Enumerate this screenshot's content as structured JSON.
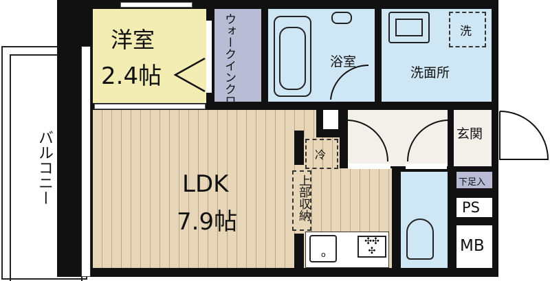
{
  "rooms": {
    "western_room": {
      "name": "洋室",
      "size": "2.4帖"
    },
    "walk_in_closet": "ウォークインクローゼット",
    "bathroom": "浴室",
    "washroom": "洗面所",
    "washer": "洗",
    "balcony": "バルコニー",
    "ldk": {
      "name": "LDK",
      "size": "7.9帖"
    },
    "fridge": "冷",
    "upper_storage": "上部収納",
    "entrance": "玄関",
    "shoe_cabinet": "下足入",
    "ps": "PS",
    "mb": "MB",
    "sink_mark": "o"
  },
  "colors": {
    "western_room": "#f3edb4",
    "closet": "#b8bdd5",
    "wet_area": "#cfe6f5",
    "floor_wood": "#e8d6b8",
    "hallway": "#f3f0ea",
    "wall": "#111111"
  }
}
